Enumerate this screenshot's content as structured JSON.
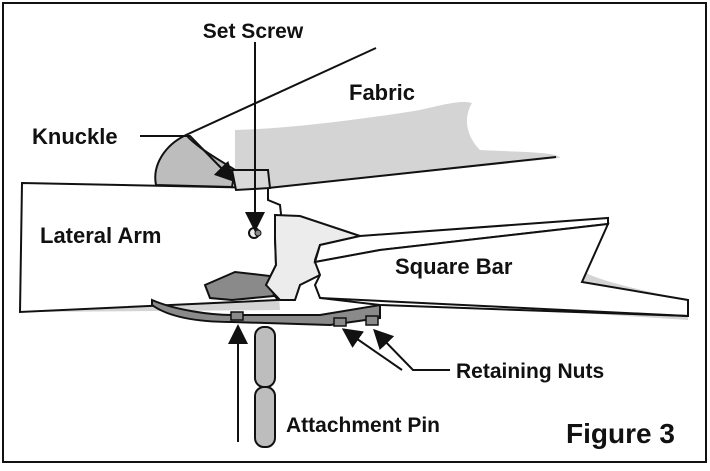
{
  "labels": {
    "set_screw": "Set Screw",
    "fabric": "Fabric",
    "knuckle": "Knuckle",
    "lateral_arm": "Lateral Arm",
    "square_bar": "Square Bar",
    "retaining_nuts": "Retaining Nuts",
    "attachment_pin": "Attachment Pin",
    "figure": "Figure 3"
  },
  "colors": {
    "fabric": "#d4d4d4",
    "metal_light": "#ececec",
    "metal_mid": "#bdbdbd",
    "metal_dark": "#8a8a8a",
    "line": "#111111"
  }
}
